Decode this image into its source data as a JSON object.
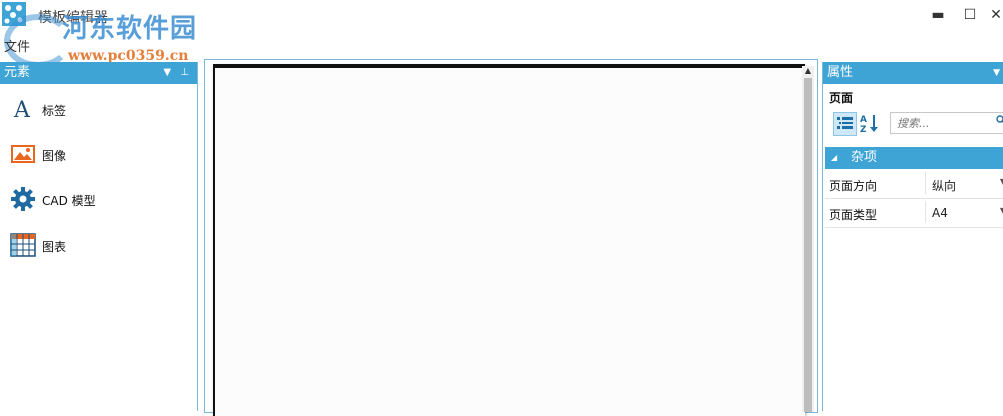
{
  "window": {
    "title": "模板编辑器",
    "menu_file": "文件",
    "controls": {
      "minimize": "▬",
      "maximize": "☐",
      "close": "✕"
    }
  },
  "watermark": {
    "line1": "河东软件园",
    "line2": "www.pc0359.cn"
  },
  "elements_panel": {
    "title": "元素",
    "items": [
      {
        "label": "标签",
        "icon": "text-a-icon"
      },
      {
        "label": "图像",
        "icon": "image-icon"
      },
      {
        "label": "CAD 模型",
        "icon": "gear-icon"
      },
      {
        "label": "图表",
        "icon": "table-icon"
      }
    ]
  },
  "properties_panel": {
    "title": "属性",
    "page_title": "页面",
    "search_placeholder": "搜索...",
    "category": "杂项",
    "rows": [
      {
        "name": "页面方向",
        "value": "纵向"
      },
      {
        "name": "页面类型",
        "value": "A4"
      }
    ]
  },
  "colors": {
    "accent": "#3ea4d6",
    "border": "#7ab8d8",
    "scroll_thumb": "#bdbdbd"
  }
}
